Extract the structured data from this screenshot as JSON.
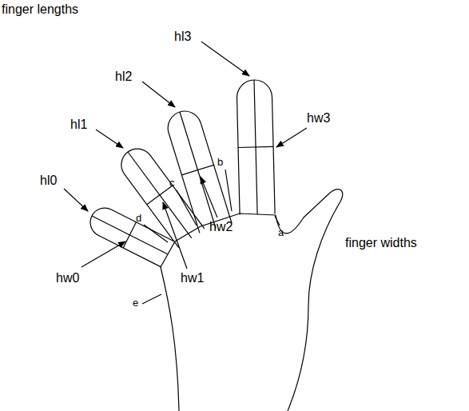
{
  "diagram": {
    "labels": [
      "finger lengths",
      "hl3",
      "hl2",
      "hl1",
      "hl0",
      "hw3",
      "a",
      "b",
      "c",
      "d",
      "hw2",
      "finger widths",
      "hw1",
      "hw0",
      "e"
    ]
  }
}
